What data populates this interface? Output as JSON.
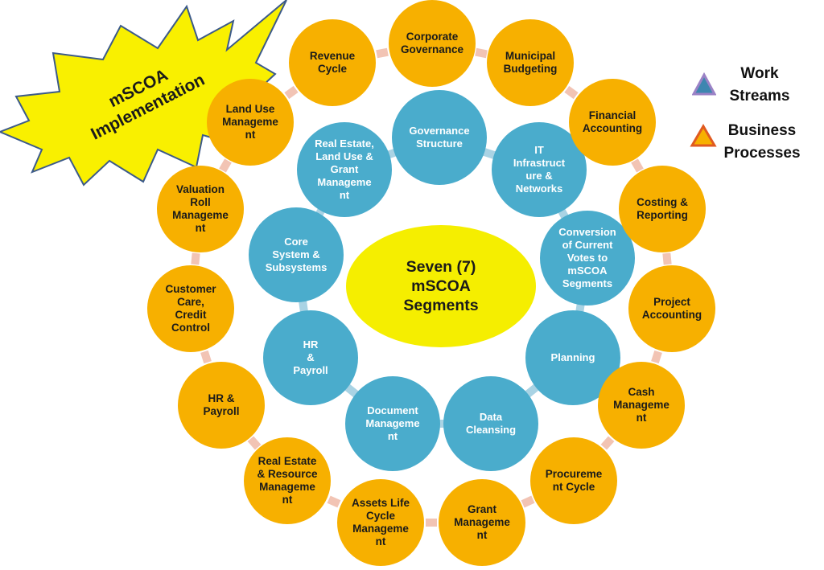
{
  "burst": {
    "label": "mSCOA\nImplementation",
    "color": "#f9f000"
  },
  "legend": {
    "work_streams": "Work\nStreams",
    "business_processes": "Business\nProcesses"
  },
  "center": {
    "label": "Seven (7)\nmSCOA\nSegments",
    "color": "#f5ee00"
  },
  "inner_ring_color": "#4aaccc",
  "outer_ring_color": "#f7b000",
  "work_streams": [
    "Governance\nStructure",
    "IT\nInfrastruct\nure &\nNetworks",
    "Conversion\nof Current\nVotes to\nmSCOA\nSegments",
    "Planning",
    "Data\nCleansing",
    "Document\nManageme\nnt",
    "HR\n&\nPayroll",
    "Core\nSystem &\nSubsystems",
    "Real Estate,\nLand Use &\nGrant\nManageme\nnt"
  ],
  "business_processes": [
    "Corporate\nGovernance",
    "Municipal\nBudgeting",
    "Financial\nAccounting",
    "Costing &\nReporting",
    "Project\nAccounting",
    "Cash\nManageme\nnt",
    "Procureme\nnt  Cycle",
    "Grant\nManageme\nnt",
    "Assets Life\nCycle\nManageme\nnt",
    "Real Estate\n& Resource\nManageme\nnt",
    "HR &\nPayroll",
    "Customer\nCare,\nCredit\nControl",
    "Valuation\nRoll\nManageme\nnt",
    "Land Use\nManageme\nnt",
    "Revenue\nCycle"
  ]
}
